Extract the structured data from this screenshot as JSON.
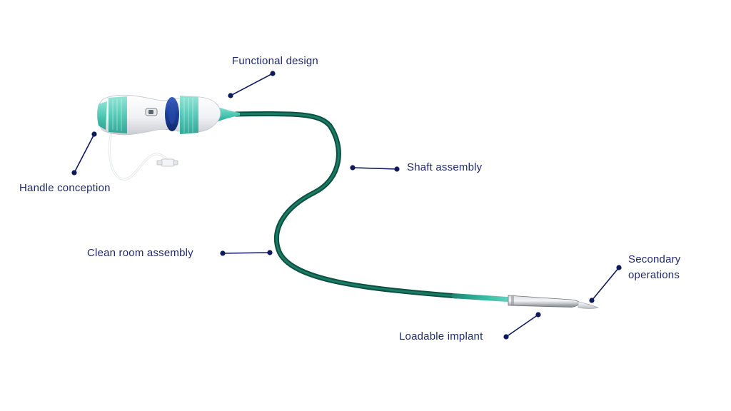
{
  "callouts": {
    "functional_design": "Functional design",
    "handle_conception": "Handle conception",
    "shaft_assembly": "Shaft assembly",
    "clean_room_assembly": "Clean room assembly",
    "secondary_operations": [
      "Secondary",
      "operations"
    ],
    "loadable_implant": "Loadable implant"
  },
  "colors": {
    "callout_text": "#1f2a6b",
    "leader_line": "#0f1a5c",
    "shaft_green": "#0f5f4d",
    "accent_teal": "#4fc9b5",
    "knob_blue": "#1d3f9a"
  },
  "icons": {
    "device": "catheter-delivery-system-icon"
  }
}
